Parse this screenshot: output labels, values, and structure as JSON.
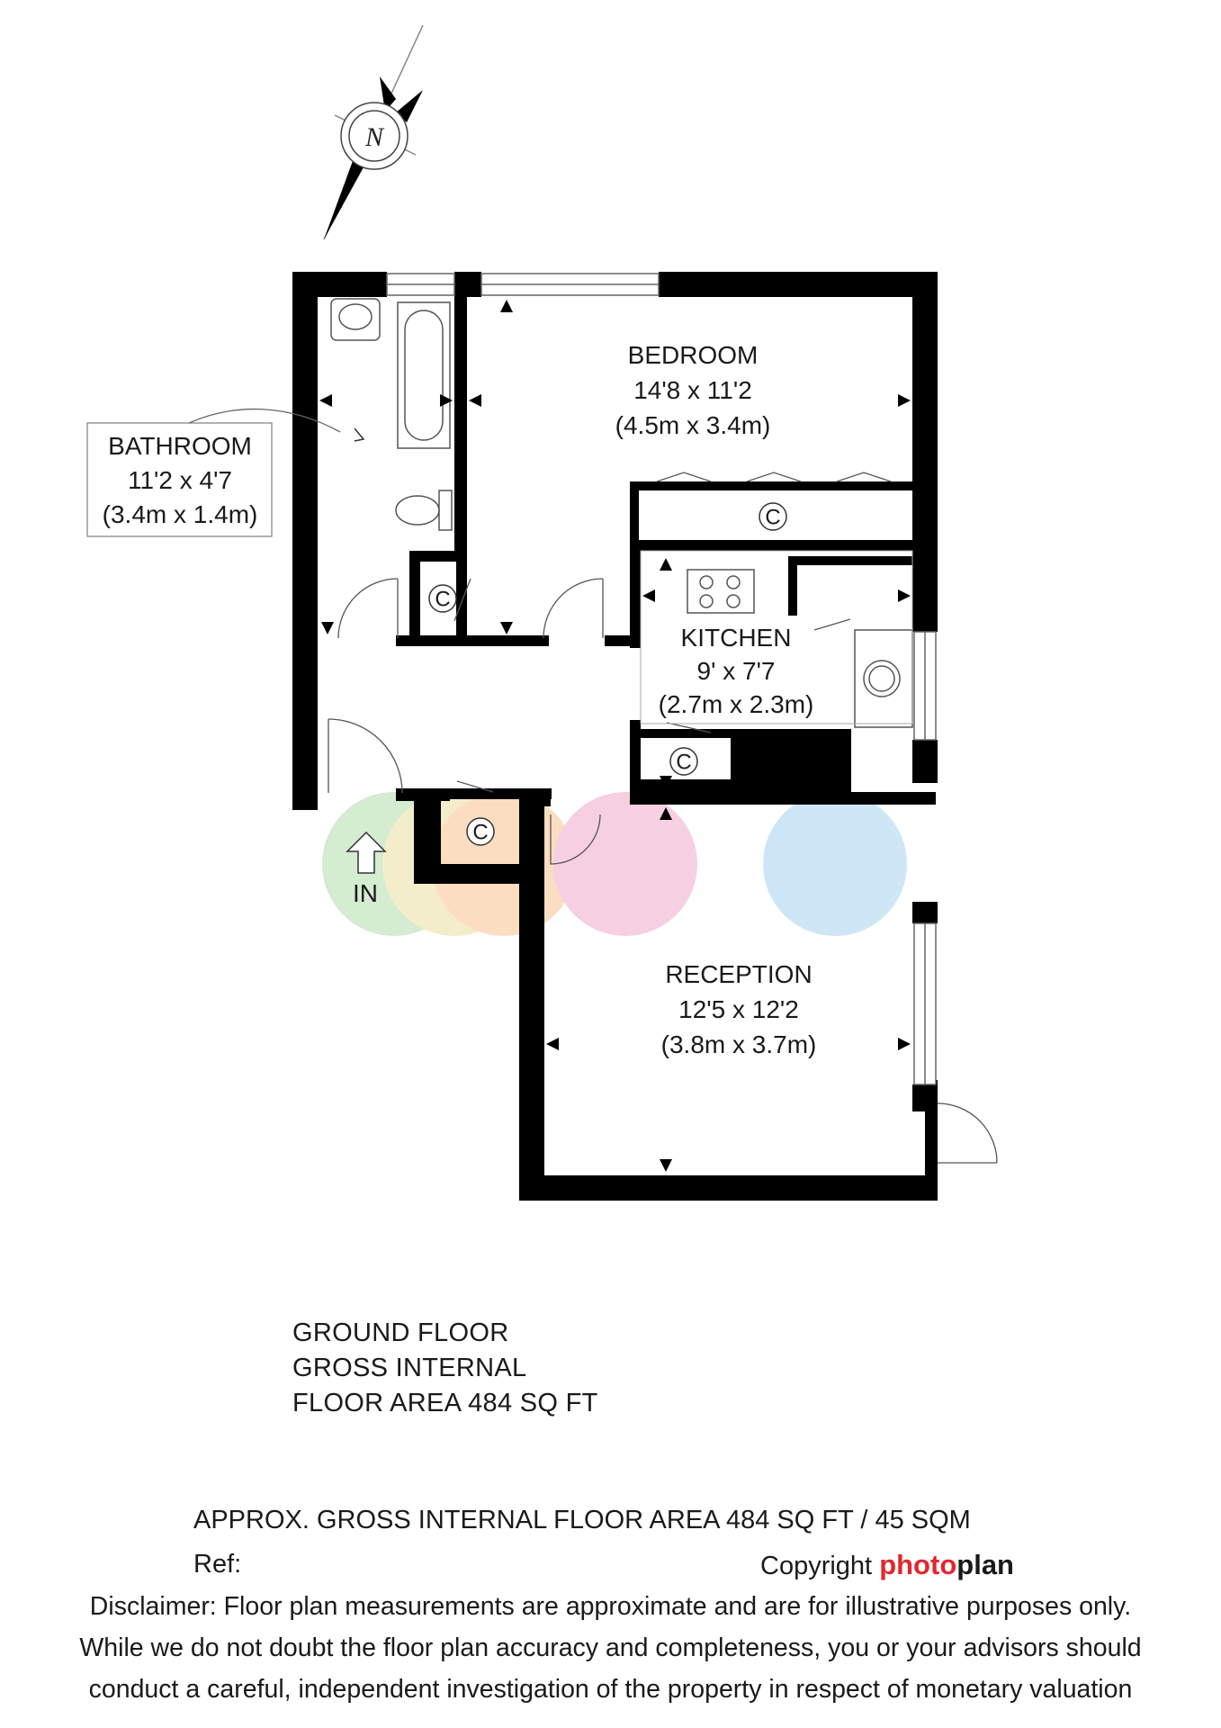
{
  "compass": {
    "label": "N"
  },
  "rooms": {
    "bedroom": {
      "name": "BEDROOM",
      "imperial": "14'8 x 11'2",
      "metric": "(4.5m x 3.4m)"
    },
    "bathroom": {
      "name": "BATHROOM",
      "imperial": "11'2 x 4'7",
      "metric": "(3.4m x 1.4m)"
    },
    "kitchen": {
      "name": "KITCHEN",
      "imperial": "9' x 7'7",
      "metric": "(2.7m x 2.3m)"
    },
    "reception": {
      "name": "RECEPTION",
      "imperial": "12'5 x 12'2",
      "metric": "(3.8m x 3.7m)"
    }
  },
  "cupboard_label": "C",
  "entrance_label": "IN",
  "colors": {
    "wall": "#000000",
    "circle_green": "#cde9c8",
    "circle_yellow": "#f3eac2",
    "circle_orange": "#fbd8b8",
    "circle_pink": "#f6c7dd",
    "circle_blue": "#c5e2f5",
    "brand_red": "#e3262e"
  },
  "floor_info": {
    "line1": "GROUND FLOOR",
    "line2": "GROSS INTERNAL",
    "line3": "FLOOR AREA 484 SQ FT"
  },
  "footer": {
    "approx_area": "APPROX. GROSS INTERNAL FLOOR AREA 484 SQ FT / 45 SQM",
    "ref": "Ref:",
    "copyright": "Copyright",
    "brand_part1": "photo",
    "brand_part2": "plan",
    "disclaimer_line1": "Disclaimer: Floor plan measurements are approximate and are for illustrative purposes only.",
    "disclaimer_line2": "While we do not doubt the floor plan accuracy and completeness, you or your advisors should",
    "disclaimer_line3": "conduct a careful, independent investigation of the property in respect of monetary valuation"
  }
}
